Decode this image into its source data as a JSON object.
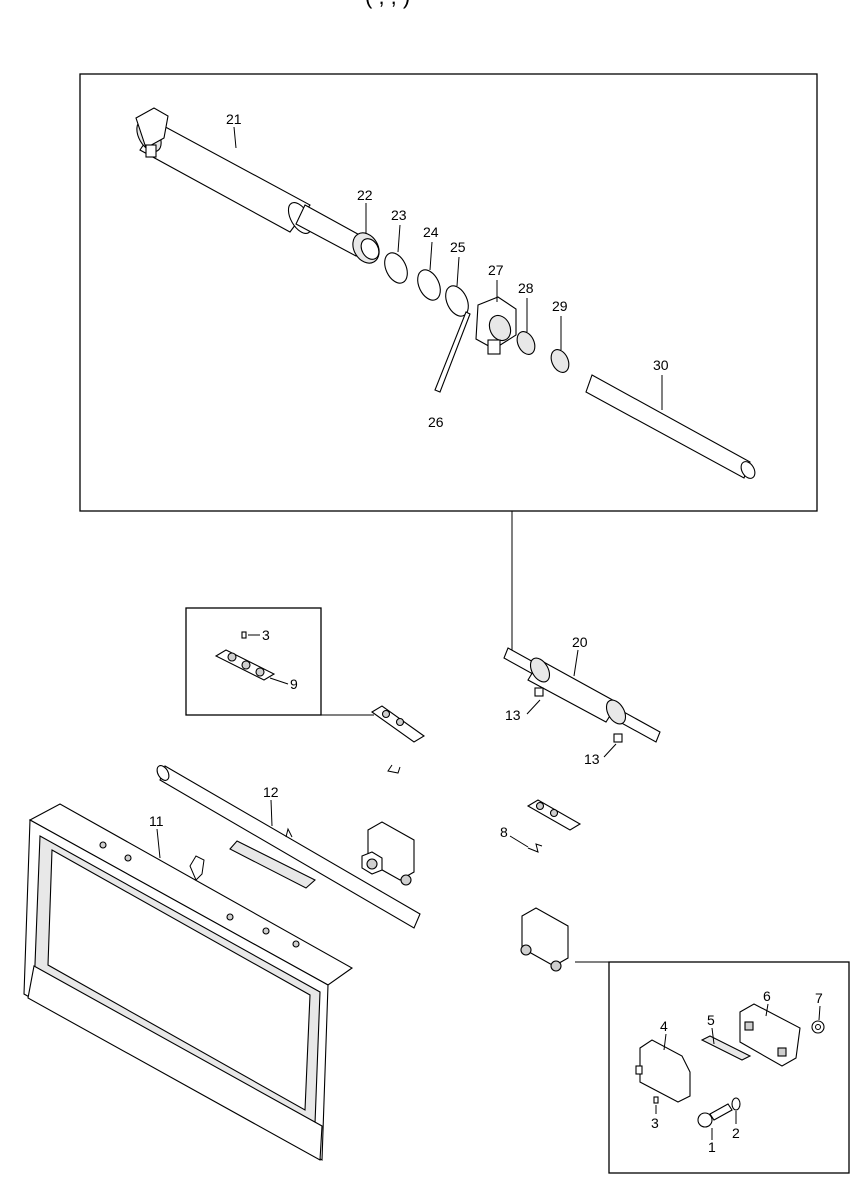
{
  "header": {
    "partial_title": "(   ,   ,   )"
  },
  "callouts": {
    "c1": "1",
    "c2": "2",
    "c3a": "3",
    "c3b": "3",
    "c4": "4",
    "c5": "5",
    "c6": "6",
    "c7": "7",
    "c8": "8",
    "c9": "9",
    "c11": "11",
    "c12": "12",
    "c13a": "13",
    "c13b": "13",
    "c20": "20",
    "c21": "21",
    "c22": "22",
    "c23": "23",
    "c24": "24",
    "c25": "25",
    "c26": "26",
    "c27": "27",
    "c28": "28",
    "c29": "29",
    "c30": "30"
  }
}
